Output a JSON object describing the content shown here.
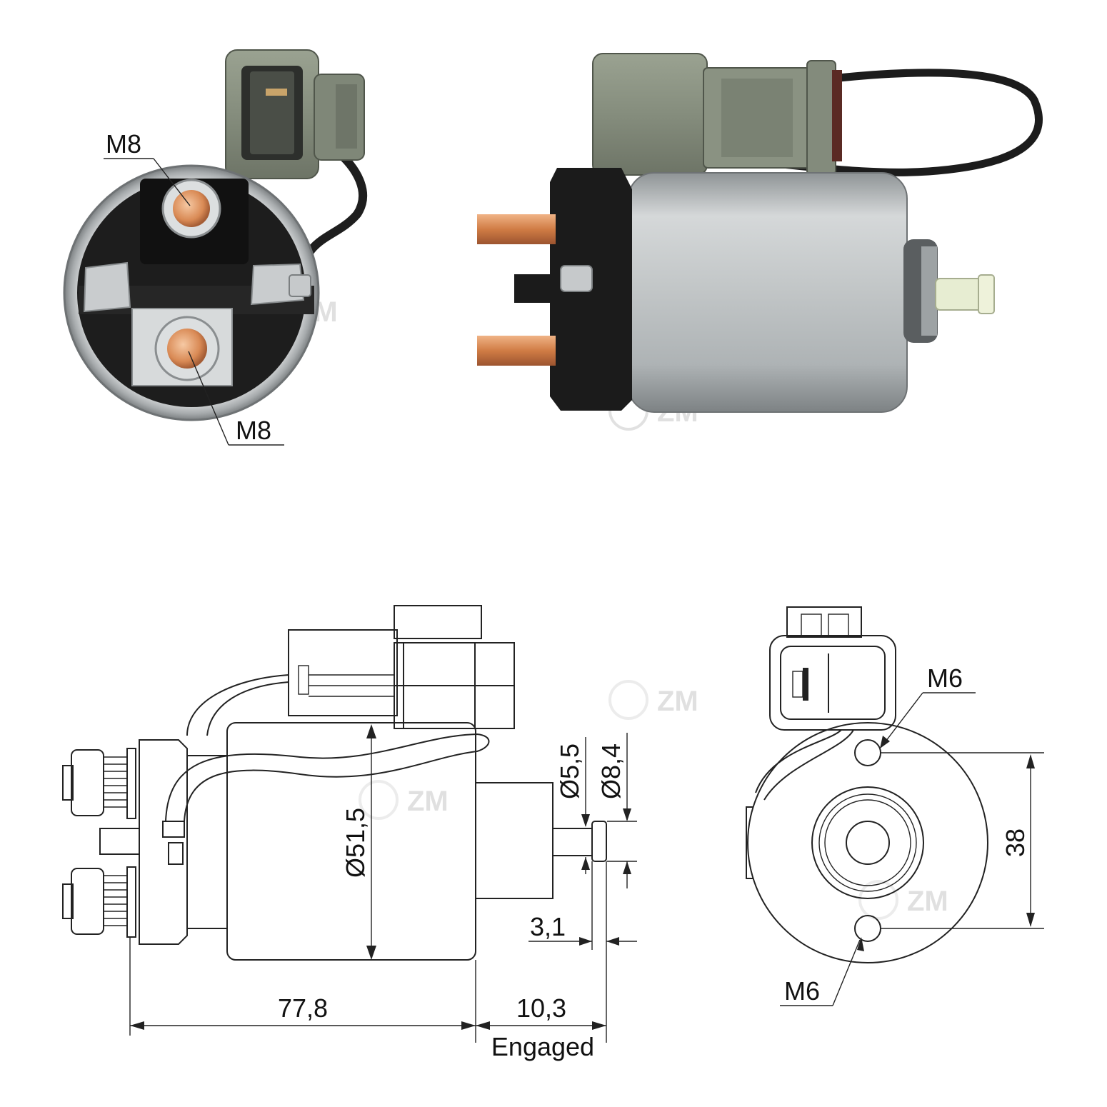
{
  "watermark": {
    "logo_text": "ZM",
    "color": "#c8c8c8"
  },
  "photo_front": {
    "label_top": "M8",
    "label_bottom": "M8"
  },
  "photo_side": {},
  "drawing_side": {
    "length": "77,8",
    "stroke": "10,3",
    "stroke_note": "Engaged",
    "diameter_body": "Ø51,5",
    "diameter_plunger": "Ø5,5",
    "diameter_tip": "Ø8,4",
    "tip_length": "3,1"
  },
  "drawing_front": {
    "thread_top": "M6",
    "thread_bottom": "M6",
    "hole_spacing": "38"
  },
  "colors": {
    "housing_grey": "#b9bec0",
    "connector_grey": "#8b9384",
    "copper": "#d98a55",
    "cap_black": "#1b1b1b"
  }
}
